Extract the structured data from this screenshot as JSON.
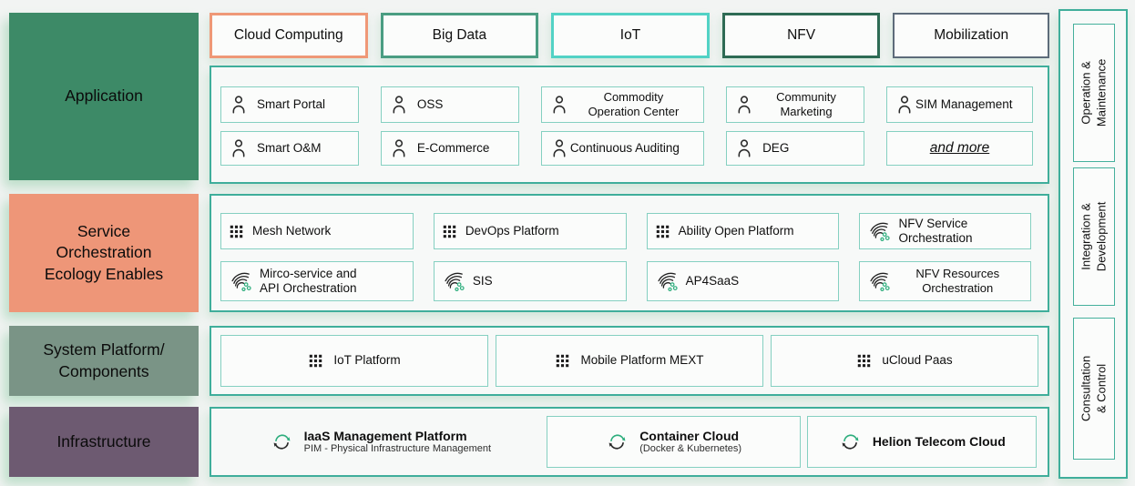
{
  "colors": {
    "page_bg": "#f2f4f3",
    "container_border": "#3fae9b",
    "item_border": "#85d0c1",
    "application_bg": "#3d8a67",
    "service_bg": "#ee9678",
    "system_bg": "#7a9486",
    "infrastructure_bg": "#6d5a71",
    "tab_cloud_border": "#ef9877",
    "tab_bigdata_border": "#4a9d82",
    "tab_iot_border": "#52d2c5",
    "tab_nfv_border": "#2e6b54",
    "tab_mobilization_border": "#5d6b7a",
    "icon_green": "#2fae7e",
    "glow_shadow": "#7dc396"
  },
  "left_rail": {
    "application": "Application",
    "service_orchestration": "Service\nOrchestration\nEcology Enables",
    "system_platform": "System Platform/\nComponents",
    "infrastructure": "Infrastructure"
  },
  "tabs": [
    {
      "label": "Cloud Computing"
    },
    {
      "label": "Big Data"
    },
    {
      "label": "IoT"
    },
    {
      "label": "NFV"
    },
    {
      "label": "Mobilization"
    }
  ],
  "application": {
    "items": [
      {
        "label": "Smart Portal",
        "icon": "person-icon"
      },
      {
        "label": "OSS",
        "icon": "person-icon"
      },
      {
        "label": "Commodity\nOperation Center",
        "icon": "person-icon"
      },
      {
        "label": "Community\nMarketing",
        "icon": "person-icon"
      },
      {
        "label": "SIM Management",
        "icon": "person-icon"
      },
      {
        "label": "Smart O&M",
        "icon": "person-icon"
      },
      {
        "label": "E-Commerce",
        "icon": "person-icon"
      },
      {
        "label": "Continuous Auditing",
        "icon": "person-icon"
      },
      {
        "label": "DEG",
        "icon": "person-icon"
      }
    ],
    "more_label": "and more"
  },
  "service_orchestration": {
    "items": [
      {
        "label": "Mesh Network",
        "icon": "grid-icon"
      },
      {
        "label": "DevOps Platform",
        "icon": "grid-icon"
      },
      {
        "label": "Ability Open Platform",
        "icon": "grid-icon"
      },
      {
        "label": "NFV Service\nOrchestration",
        "icon": "swirl-icon"
      },
      {
        "label": "Mirco-service and\nAPI Orchestration",
        "icon": "swirl-icon"
      },
      {
        "label": "SIS",
        "icon": "swirl-icon"
      },
      {
        "label": "AP4SaaS",
        "icon": "swirl-icon"
      },
      {
        "label": "NFV Resources\nOrchestration",
        "icon": "swirl-icon"
      }
    ]
  },
  "system_platform": {
    "items": [
      {
        "label": "IoT Platform",
        "icon": "grid-icon"
      },
      {
        "label": "Mobile Platform MEXT",
        "icon": "grid-icon"
      },
      {
        "label": "uCloud Paas",
        "icon": "grid-icon"
      }
    ]
  },
  "infrastructure": {
    "items": [
      {
        "title": "IaaS Management Platform",
        "subtitle": "PIM - Physical Infrastructure Management",
        "icon": "cloud-cycle-icon"
      },
      {
        "title": "Container Cloud",
        "subtitle": "(Docker & Kubernetes)",
        "icon": "cloud-cycle-icon"
      },
      {
        "title": "Helion Telecom Cloud",
        "subtitle": "",
        "icon": "cloud-cycle-icon"
      }
    ]
  },
  "right_rail": {
    "items": [
      {
        "label": "Operation &\nMaintenance"
      },
      {
        "label": "Integration &\nDevelopment"
      },
      {
        "label": "Consultation & Control"
      }
    ]
  }
}
